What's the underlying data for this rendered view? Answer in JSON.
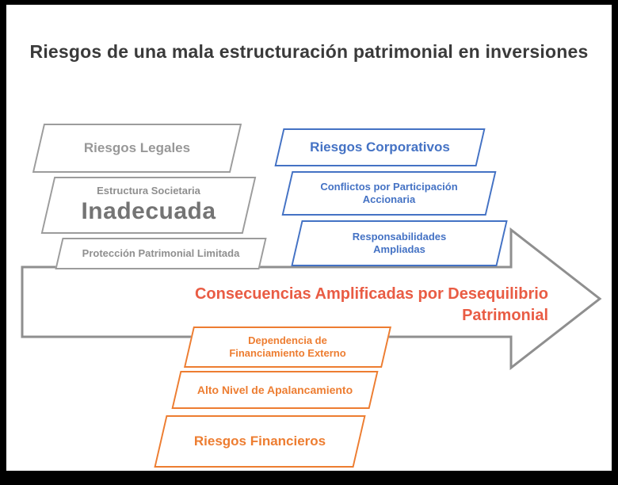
{
  "title": "Riesgos de una mala estructuración patrimonial en inversiones",
  "arrow": {
    "caption": "Consecuencias Amplificadas por Desequilibrio Patrimonial"
  },
  "stacks": {
    "gray": {
      "items": [
        {
          "label": "Riesgos Legales"
        },
        {
          "subtitle": "Estructura Societaria",
          "label": "Inadecuada"
        },
        {
          "label": "Protección Patrimonial Limitada"
        }
      ]
    },
    "blue": {
      "items": [
        {
          "label": "Riesgos Corporativos"
        },
        {
          "label": "Conflictos por Participación Accionaria"
        },
        {
          "label": "Responsabilidades Ampliadas"
        }
      ]
    },
    "orange": {
      "items": [
        {
          "label": "Dependencia de Financiamiento Externo"
        },
        {
          "label": "Alto Nivel de Apalancamiento"
        },
        {
          "label": "Riesgos Financieros"
        }
      ]
    }
  },
  "colors": {
    "gray": "#9c9c9c",
    "blue": "#4472c4",
    "orange": "#ed7d31",
    "red_accent": "#e95c44",
    "title_text": "#3a3a3a",
    "background": "#ffffff",
    "frame": "#000000"
  }
}
